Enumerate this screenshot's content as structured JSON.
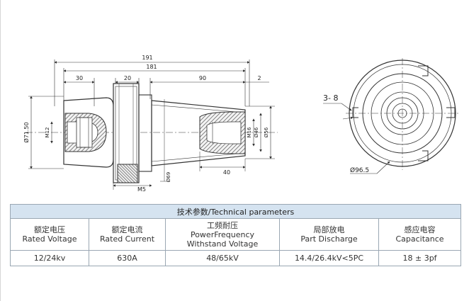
{
  "drawing": {
    "dims": {
      "d191": "191",
      "d181": "181",
      "d30": "30",
      "d20": "20",
      "d90": "90",
      "d2": "2",
      "phi7150": "Ø71.50",
      "m12": "M12",
      "m16": "M16",
      "phi46": "Ø46",
      "phi56": "Ø56",
      "d40": "40",
      "phi69": "Ø69",
      "m5": "M5",
      "d38": "3- 8",
      "phi965": "Ø96.5"
    }
  },
  "table": {
    "title": "技术参数/Technical parameters",
    "headers": [
      {
        "zh": "额定电压",
        "en": "Rated Voltage"
      },
      {
        "zh": "额定电流",
        "en": "Rated Current"
      },
      {
        "zh": "工频耐压",
        "en": "PowerFrequency",
        "en2": "Withstand Voltage"
      },
      {
        "zh": "局部放电",
        "en": "Part Discharge"
      },
      {
        "zh": "感应电容",
        "en": "Capacitance"
      }
    ],
    "values": [
      "12/24kv",
      "630A",
      "48/65kV",
      "14.4/26.4kV<5PC",
      "18 ± 3pf"
    ]
  }
}
